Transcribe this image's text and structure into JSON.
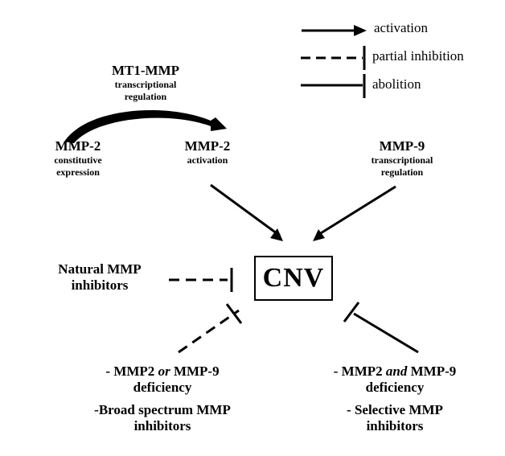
{
  "legend": {
    "activation": "activation",
    "partial_inhibition": "partial inhibition",
    "abolition": "abolition"
  },
  "mt1mmp": {
    "title": "MT1-MMP",
    "sub_line1": "transcriptional",
    "sub_line2": "regulation"
  },
  "mmp2_constitutive": {
    "title": "MMP-2",
    "sub_line1": "constitutive",
    "sub_line2": "expression"
  },
  "mmp2_activation": {
    "title": "MMP-2",
    "sub_line1": "activation"
  },
  "mmp9": {
    "title": "MMP-9",
    "sub_line1": "transcriptional",
    "sub_line2": "regulation"
  },
  "center": {
    "label": "CNV"
  },
  "natural_inhibitors": {
    "line1": "Natural MMP",
    "line2": "inhibitors"
  },
  "left_bottom": {
    "line1_pre": "- MMP2 ",
    "line1_em": "or",
    "line1_post": " MMP-9",
    "line2": "deficiency",
    "line3": "-Broad spectrum MMP",
    "line4": "inhibitors"
  },
  "right_bottom": {
    "line1_pre": "- MMP2 ",
    "line1_em": "and",
    "line1_post": " MMP-9",
    "line2": "deficiency",
    "line3": "- Selective MMP",
    "line4": "inhibitors"
  }
}
